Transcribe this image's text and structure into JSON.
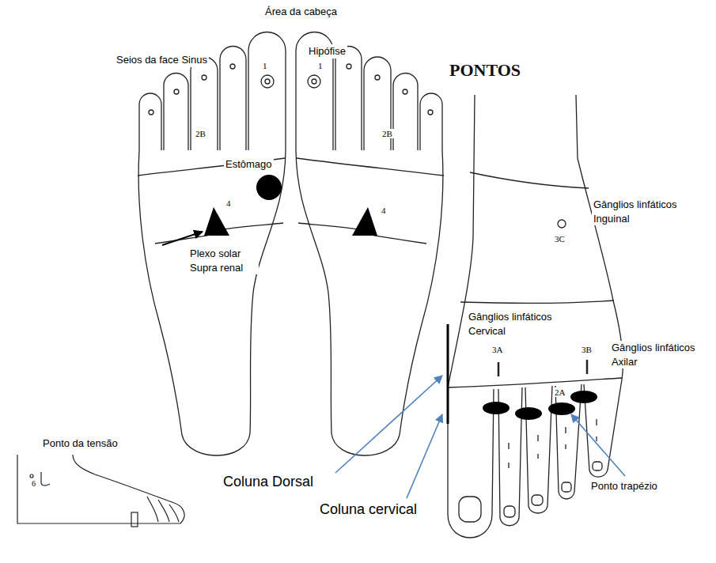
{
  "diagram": {
    "title": "PONTOS",
    "labels": [
      "Área da cabeça",
      "Seios da face Sinus",
      "Hipófise",
      "Estômago",
      "Plexo solar Supra renal",
      "Gânglios linfáticos Inguinal",
      "Gânglios linfáticos Cervical",
      "Gânglios linfáticos Axilar",
      "Ponto da tensão",
      "Coluna Dorsal",
      "Coluna cervical",
      "Ponto trapézio",
      "1",
      "1",
      "2B",
      "2B",
      "4",
      "4",
      "3C",
      "3A",
      "3B",
      "2A",
      "6"
    ]
  }
}
